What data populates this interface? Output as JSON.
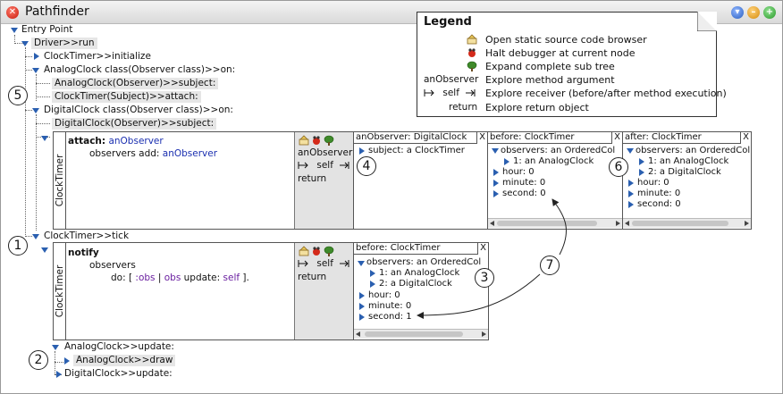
{
  "window": {
    "title": "Pathfinder",
    "colors": {
      "close": "#d2261a",
      "btn_blue": "#3a6fd0",
      "btn_yellow": "#e6a21a",
      "btn_green": "#3aa83a"
    }
  },
  "tree": {
    "entry": "Entry Point",
    "driver_run": "Driver>>run",
    "timer_init": "ClockTimer>>initialize",
    "analog_on": "AnalogClock class(Observer class)>>on:",
    "analog_subject": "AnalogClock(Observer)>>subject:",
    "timer_attach": "ClockTimer(Subject)>>attach:",
    "digital_on": "DigitalClock class(Observer class)>>on:",
    "digital_subject": "DigitalClock(Observer)>>subject:",
    "timer_tick": "ClockTimer>>tick",
    "analog_update": "AnalogClock>>update:",
    "analog_draw": "AnalogClock>>draw",
    "digital_update": "DigitalClock>>update:"
  },
  "panel1": {
    "class_label": "ClockTimer",
    "code_kw": "attach:",
    "code_arg": "anObserver",
    "code_l2_a": "observers add: ",
    "code_l2_b": "anObserver",
    "act_arg": "anObserver",
    "act_self": "self",
    "act_return": "return",
    "ins1": {
      "header": "anObserver: DigitalClock",
      "close": "X",
      "rows": [
        "subject: a ClockTimer"
      ]
    },
    "ins2": {
      "header": "before: ClockTimer",
      "close": "X",
      "rows": [
        "observers: an OrderedCol",
        "1: an AnalogClock",
        "hour: 0",
        "minute: 0",
        "second: 0"
      ]
    },
    "ins3": {
      "header": "after: ClockTimer",
      "close": "X",
      "rows": [
        "observers: an OrderedCol",
        "1: an AnalogClock",
        "2: a DigitalClock",
        "hour: 0",
        "minute: 0",
        "second: 0"
      ]
    }
  },
  "panel2": {
    "class_label": "ClockTimer",
    "code_kw": "notify",
    "code_l2": "observers",
    "code_l3_a": "do: [ ",
    "code_l3_b": ":obs",
    "code_l3_c": " | ",
    "code_l3_d": "obs",
    "code_l3_e": " update: ",
    "code_l3_f": "self",
    "code_l3_g": " ].",
    "act_self": "self",
    "act_return": "return",
    "ins1": {
      "header": "before: ClockTimer",
      "close": "X",
      "rows": [
        "observers: an OrderedCol",
        "1: an AnalogClock",
        "2: a DigitalClock",
        "hour: 0",
        "minute: 0",
        "second: 1"
      ]
    }
  },
  "legend": {
    "title": "Legend",
    "items": [
      "Open static source code browser",
      "Halt debugger at current node",
      "Expand complete sub tree",
      "Explore method argument",
      "Explore receiver (before/after method execution)",
      "Explore return object"
    ],
    "keys": {
      "arg": "anObserver",
      "self": "self",
      "ret": "return"
    }
  },
  "callouts": [
    "1",
    "2",
    "3",
    "4",
    "5",
    "6",
    "7"
  ]
}
